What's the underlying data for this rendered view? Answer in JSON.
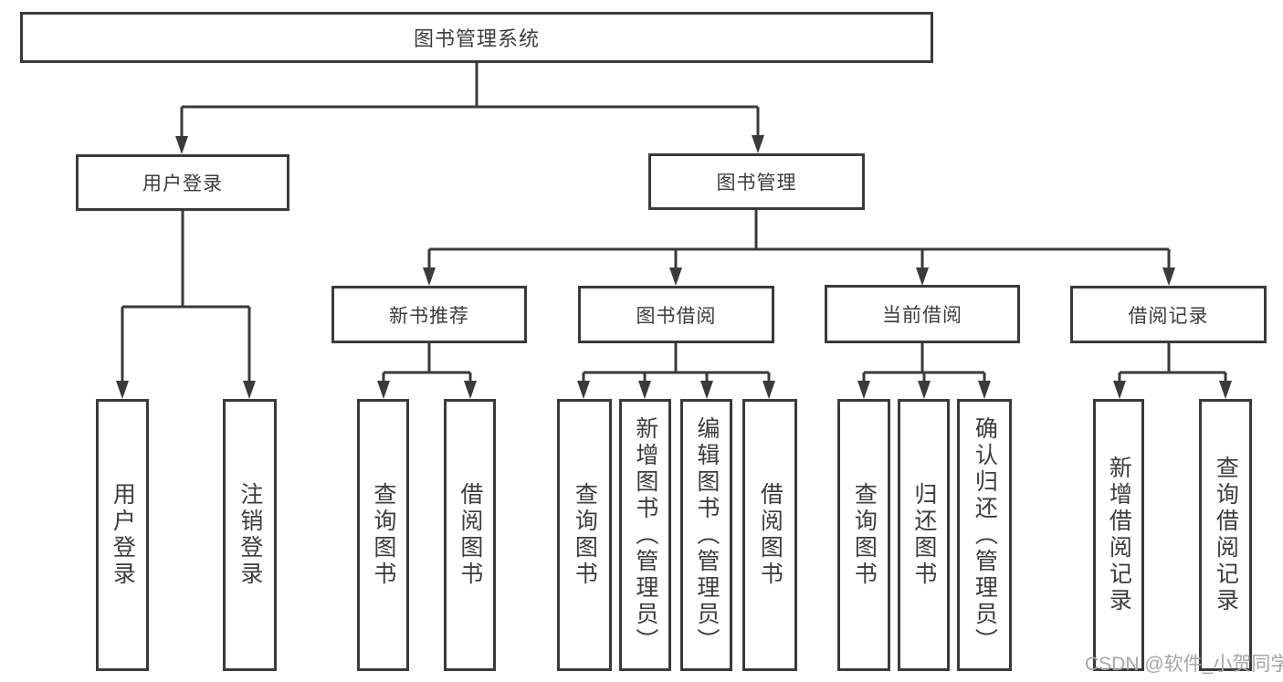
{
  "diagram_title": "图书管理系统",
  "nodes": {
    "root": "图书管理系统",
    "user_login": "用户登录",
    "book_mgmt": "图书管理",
    "new_book_rec": "新书推荐",
    "book_borrow": "图书借阅",
    "current_borrow": "当前借阅",
    "borrow_records": "借阅记录",
    "leaf_user_login": "用户登录",
    "leaf_logout": "注销登录",
    "leaf_query_book_a": "查询图书",
    "leaf_borrow_book_a": "借阅图书",
    "leaf_query_book_b": "查询图书",
    "leaf_add_book": "新增图书（管理员）",
    "leaf_edit_book": "编辑图书（管理员）",
    "leaf_borrow_book_b": "借阅图书",
    "leaf_query_book_c": "查询图书",
    "leaf_return_book": "归还图书",
    "leaf_confirm_return": "确认归还（管理员）",
    "leaf_add_borrow_record": "新增借阅记录",
    "leaf_query_borrow_record": "查询借阅记录"
  },
  "edges": [
    {
      "from": "root",
      "to": "user_login"
    },
    {
      "from": "root",
      "to": "book_mgmt"
    },
    {
      "from": "user_login",
      "to": "leaf_user_login"
    },
    {
      "from": "user_login",
      "to": "leaf_logout"
    },
    {
      "from": "book_mgmt",
      "to": "new_book_rec"
    },
    {
      "from": "book_mgmt",
      "to": "book_borrow"
    },
    {
      "from": "book_mgmt",
      "to": "current_borrow"
    },
    {
      "from": "book_mgmt",
      "to": "borrow_records"
    },
    {
      "from": "new_book_rec",
      "to": "leaf_query_book_a"
    },
    {
      "from": "new_book_rec",
      "to": "leaf_borrow_book_a"
    },
    {
      "from": "book_borrow",
      "to": "leaf_query_book_b"
    },
    {
      "from": "book_borrow",
      "to": "leaf_add_book"
    },
    {
      "from": "book_borrow",
      "to": "leaf_edit_book"
    },
    {
      "from": "book_borrow",
      "to": "leaf_borrow_book_b"
    },
    {
      "from": "current_borrow",
      "to": "leaf_query_book_c"
    },
    {
      "from": "current_borrow",
      "to": "leaf_return_book"
    },
    {
      "from": "current_borrow",
      "to": "leaf_confirm_return"
    },
    {
      "from": "borrow_records",
      "to": "leaf_add_borrow_record"
    },
    {
      "from": "borrow_records",
      "to": "leaf_query_borrow_record"
    }
  ],
  "watermark": "CSDN @软件_小贺同学",
  "colors": {
    "line": "#3a3a3a",
    "text": "#3c3c3c",
    "watermark": "#a6a6a6",
    "background": "#ffffff"
  }
}
